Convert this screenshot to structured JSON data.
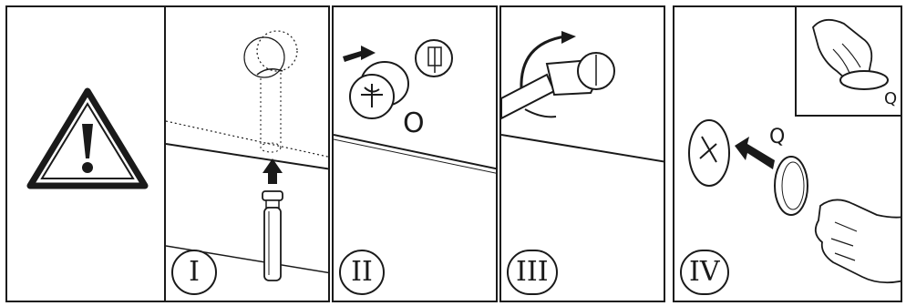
{
  "steps": [
    {
      "number": "I"
    },
    {
      "number": "II",
      "part_label": "O"
    },
    {
      "number": "III"
    },
    {
      "number": "IV",
      "part_label": "Q",
      "inset_label": "Q"
    }
  ]
}
